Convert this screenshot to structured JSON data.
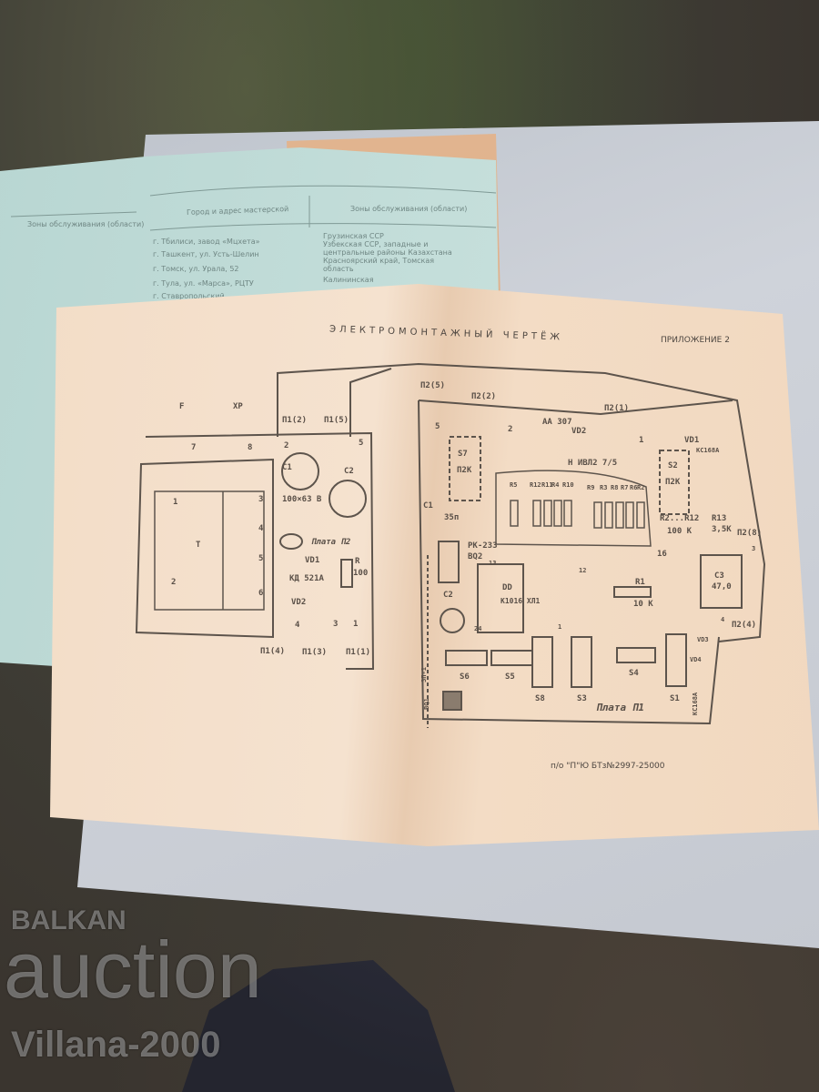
{
  "booklet": {
    "left_header": "Зоны обслуживания (области)",
    "col_workshop": "Город и адрес мастерской",
    "col_zones": "Зоны обслуживания (области)",
    "rows_address": [
      "г. Тбилиси, завод «Мцхета»",
      "г. Ташкент, ул. Усть-Шелин",
      "г. Томск, ул. Урала, 52",
      "г. Тула, ул. «Марса», РЦТУ",
      "г. Ставропольский"
    ],
    "rows_zones": [
      "Грузинская ССР",
      "Узбекская ССР, западные и",
      "центральные районы Казахстана",
      "Красноярский край, Томская",
      "область",
      "Калининская"
    ]
  },
  "schematic": {
    "title": "ЭЛЕКТРОМОНТАЖНЫЙ ЧЕРТЁЖ",
    "appendix": "ПРИЛОЖЕНИЕ 2",
    "board_p2": {
      "labels": [
        "F",
        "XP",
        "П1(2)",
        "П1(5)",
        "C1",
        "C2",
        "100×63 В",
        "Т",
        "Плата П2",
        "VD1",
        "КД 521А",
        "VD2",
        "R",
        "100",
        "П1(4)",
        "П1(3)",
        "П1(1)",
        "7",
        "8",
        "2",
        "5",
        "1",
        "2",
        "3",
        "4",
        "5",
        "6",
        "4",
        "3",
        "1"
      ]
    },
    "board_p1": {
      "labels": [
        "П2(5)",
        "П2(2)",
        "П2(1)",
        "АА 307",
        "VD2",
        "S7",
        "П2К",
        "Н  ИВЛ2  7/5",
        "R5",
        "R12",
        "R11",
        "R4",
        "R10",
        "R9",
        "R3",
        "R8",
        "R7",
        "R6",
        "R2",
        "S2",
        "П2К",
        "R2...R12",
        "100 К",
        "R13",
        "3,5К",
        "П2(8)",
        "VD1",
        "КС168А",
        "C1",
        "35п",
        "РК-233",
        "ВQ2",
        "C2",
        "DD",
        "К1016 ХЛ1",
        "R1",
        "10 К",
        "C3",
        "47,0",
        "П2(4)",
        "S6",
        "S5",
        "S8",
        "S3",
        "S4",
        "S1",
        "Плата П1",
        "VD3",
        "VD4",
        "КС168А",
        "ЗП-1",
        "ВQ1",
        "5",
        "2",
        "1",
        "16",
        "13",
        "24",
        "12",
        "1",
        "4",
        "3"
      ]
    },
    "footer": "п/о \"П\"Ю  БТз№2997-25000"
  },
  "watermark": {
    "line1": "BALKAN",
    "line2": "auction",
    "line3": "Villana-2000"
  },
  "colors": {
    "paper": "#f3dcc5",
    "booklet": "#c2ddd9",
    "board": "#c8ccd4",
    "ink": "#4d4640"
  }
}
